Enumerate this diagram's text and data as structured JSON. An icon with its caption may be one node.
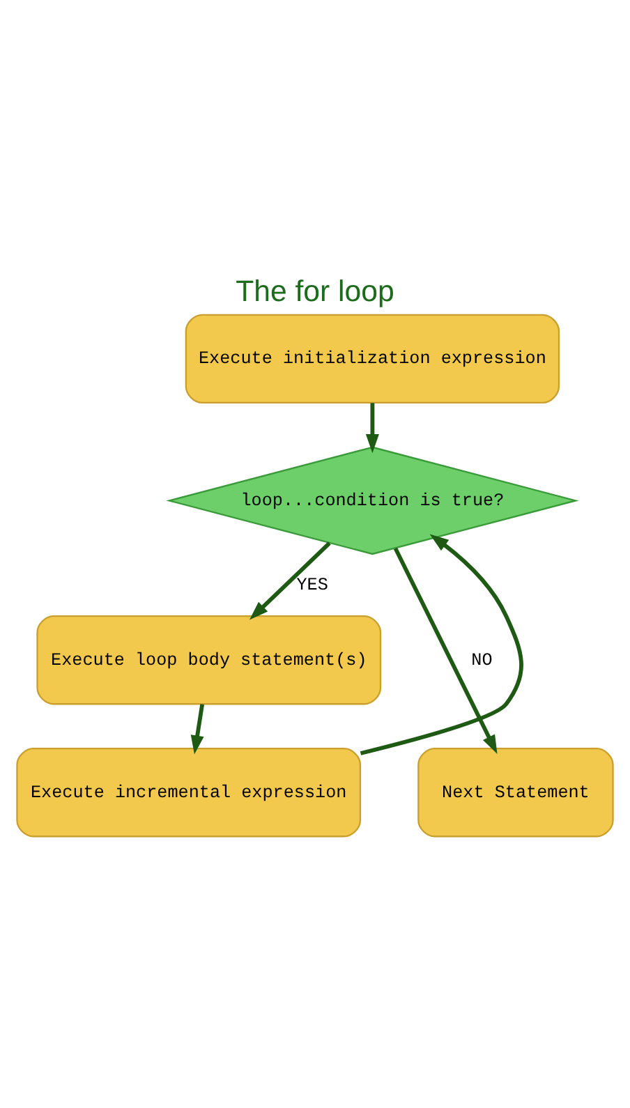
{
  "diagram": {
    "title": "The for loop",
    "nodes": [
      {
        "text": [
          "Execute initialization expression"
        ]
      },
      {
        "text": [
          "loop...condition is true?"
        ]
      },
      {
        "text": [
          "Execute loop body statement(s)"
        ]
      },
      {
        "text": [
          "Execute incremental expression"
        ]
      },
      {
        "text": [
          "Next Statement"
        ]
      }
    ],
    "edges": [
      {
        "from": 0,
        "to": 1,
        "arrow": "to"
      },
      {
        "from": 1,
        "to": 2,
        "arrow": "to",
        "label": "YES"
      },
      {
        "from": 2,
        "to": 3,
        "arrow": "to"
      },
      {
        "from": 3,
        "to": 1,
        "arrow": "to"
      },
      {
        "from": 1,
        "to": 4,
        "arrow": "to",
        "label": "NO"
      }
    ]
  }
}
